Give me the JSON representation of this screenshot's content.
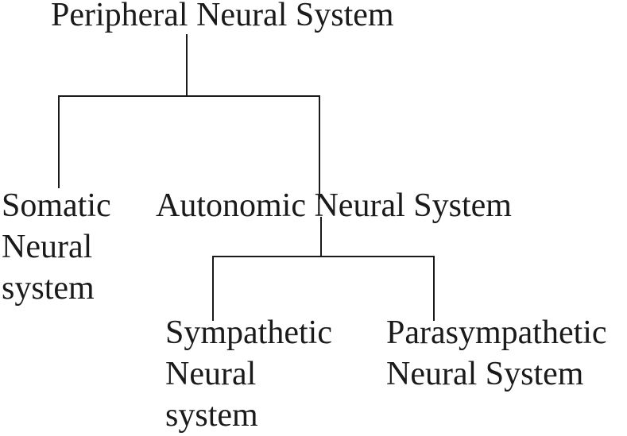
{
  "diagram": {
    "root": {
      "label": "Peripheral Neural System"
    },
    "somatic": {
      "lines": [
        "Somatic",
        "Neural",
        "system"
      ]
    },
    "autonomic": {
      "label": "Autonomic Neural System"
    },
    "sympathetic": {
      "lines": [
        "Sympathetic",
        "Neural",
        "system"
      ]
    },
    "parasympathetic": {
      "lines": [
        "Parasympathetic",
        "Neural System"
      ]
    }
  },
  "colors": {
    "line": "#1a1a1a",
    "text": "#1a1a1a",
    "background": "#ffffff"
  }
}
